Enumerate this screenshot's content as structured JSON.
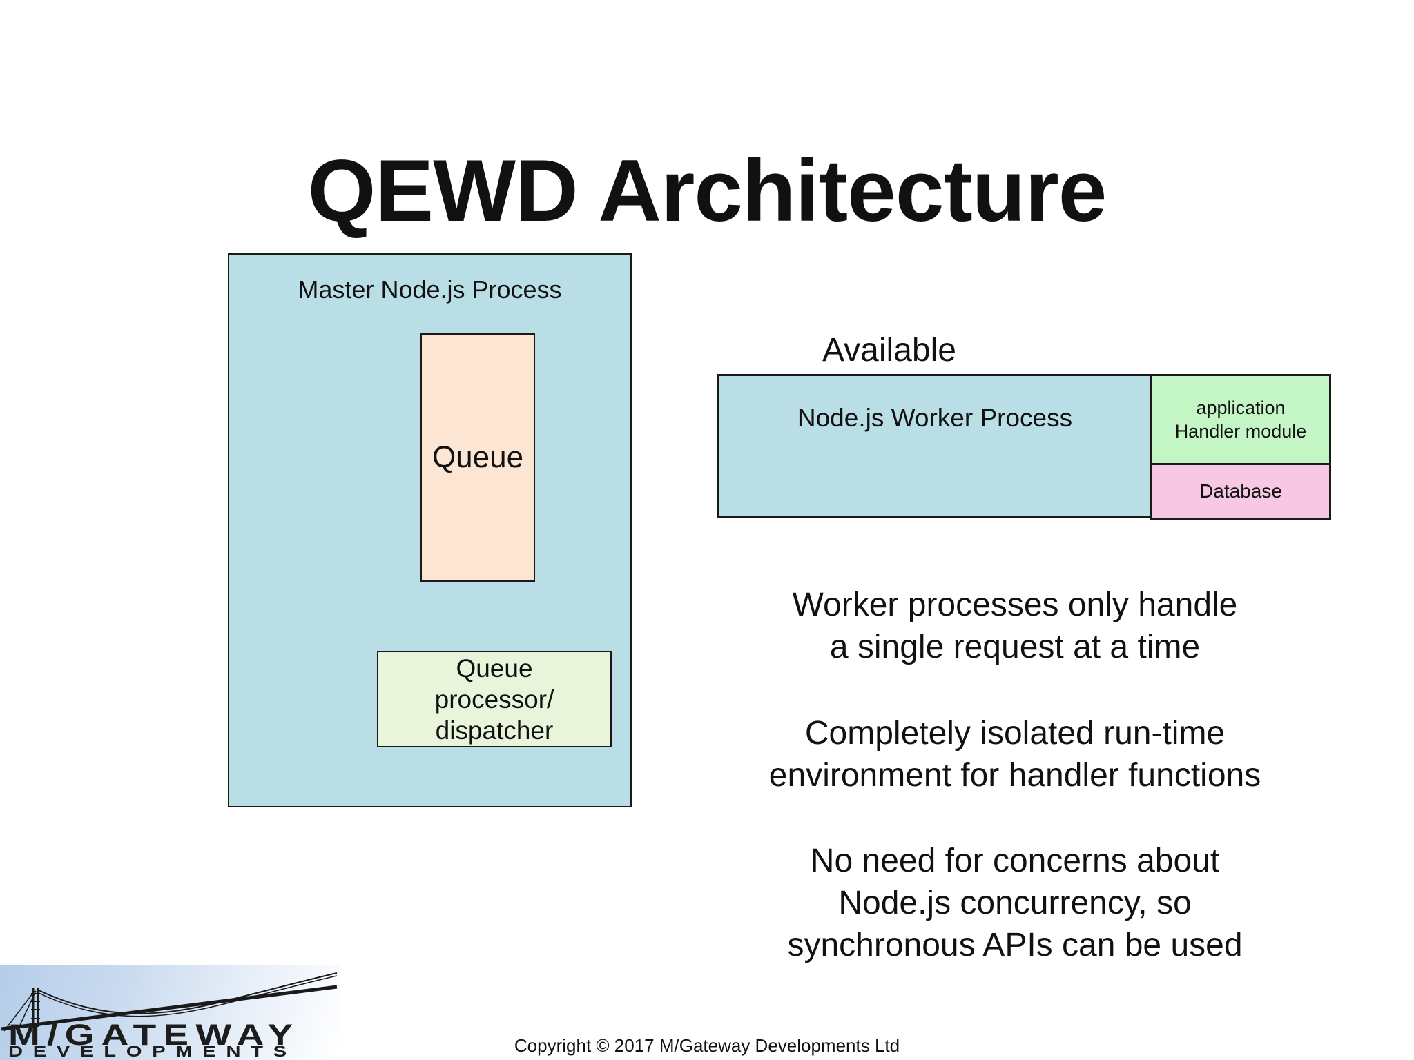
{
  "slide": {
    "title": "QEWD Architecture",
    "copyright": "Copyright © 2017 M/Gateway Developments Ltd"
  },
  "master": {
    "label": "Master Node.js Process",
    "queue_label": "Queue",
    "dispatcher_label": "Queue\nprocessor/\ndispatcher"
  },
  "worker": {
    "available_label": "Available",
    "label": "Node.js Worker Process",
    "handler_label": "application\nHandler module",
    "database_label": "Database"
  },
  "notes": [
    "Worker processes only handle\na single request at a time",
    "Completely isolated run-time\nenvironment for handler functions",
    "No need for concerns about\nNode.js concurrency, so\nsynchronous APIs can be used"
  ],
  "logo": {
    "name": "M/GATEWAY",
    "subname": "DEVELOPMENTS"
  },
  "colors": {
    "teal": "#b9dee6",
    "peach": "#fde5d3",
    "green_left": "#e9f5db",
    "green_right": "#c3f6c4",
    "pink": "#f7c7e3",
    "border": "#1a1a1a",
    "text": "#111111",
    "logo_blue": "#b5cde9"
  }
}
